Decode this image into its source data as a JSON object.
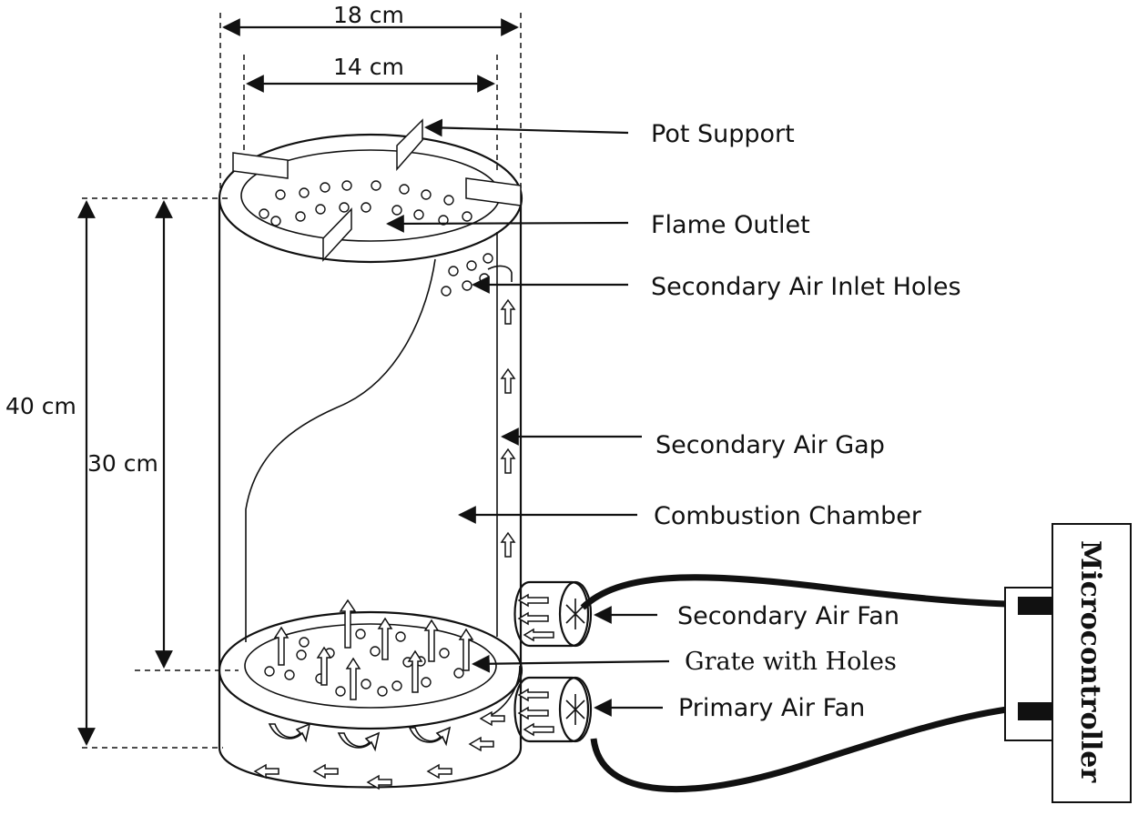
{
  "dimensions": {
    "outer_diameter": "18 cm",
    "inner_diameter": "14 cm",
    "total_height": "40 cm",
    "chamber_height": "30 cm"
  },
  "labels": {
    "pot_support": "Pot Support",
    "flame_outlet": "Flame Outlet",
    "secondary_air_inlet_holes": "Secondary Air Inlet Holes",
    "secondary_air_gap": "Secondary Air Gap",
    "combustion_chamber": "Combustion Chamber",
    "secondary_air_fan": "Secondary Air Fan",
    "grate_with_holes": "Grate with Holes",
    "primary_air_fan": "Primary Air Fan",
    "microcontroller": "Microcontroller"
  }
}
